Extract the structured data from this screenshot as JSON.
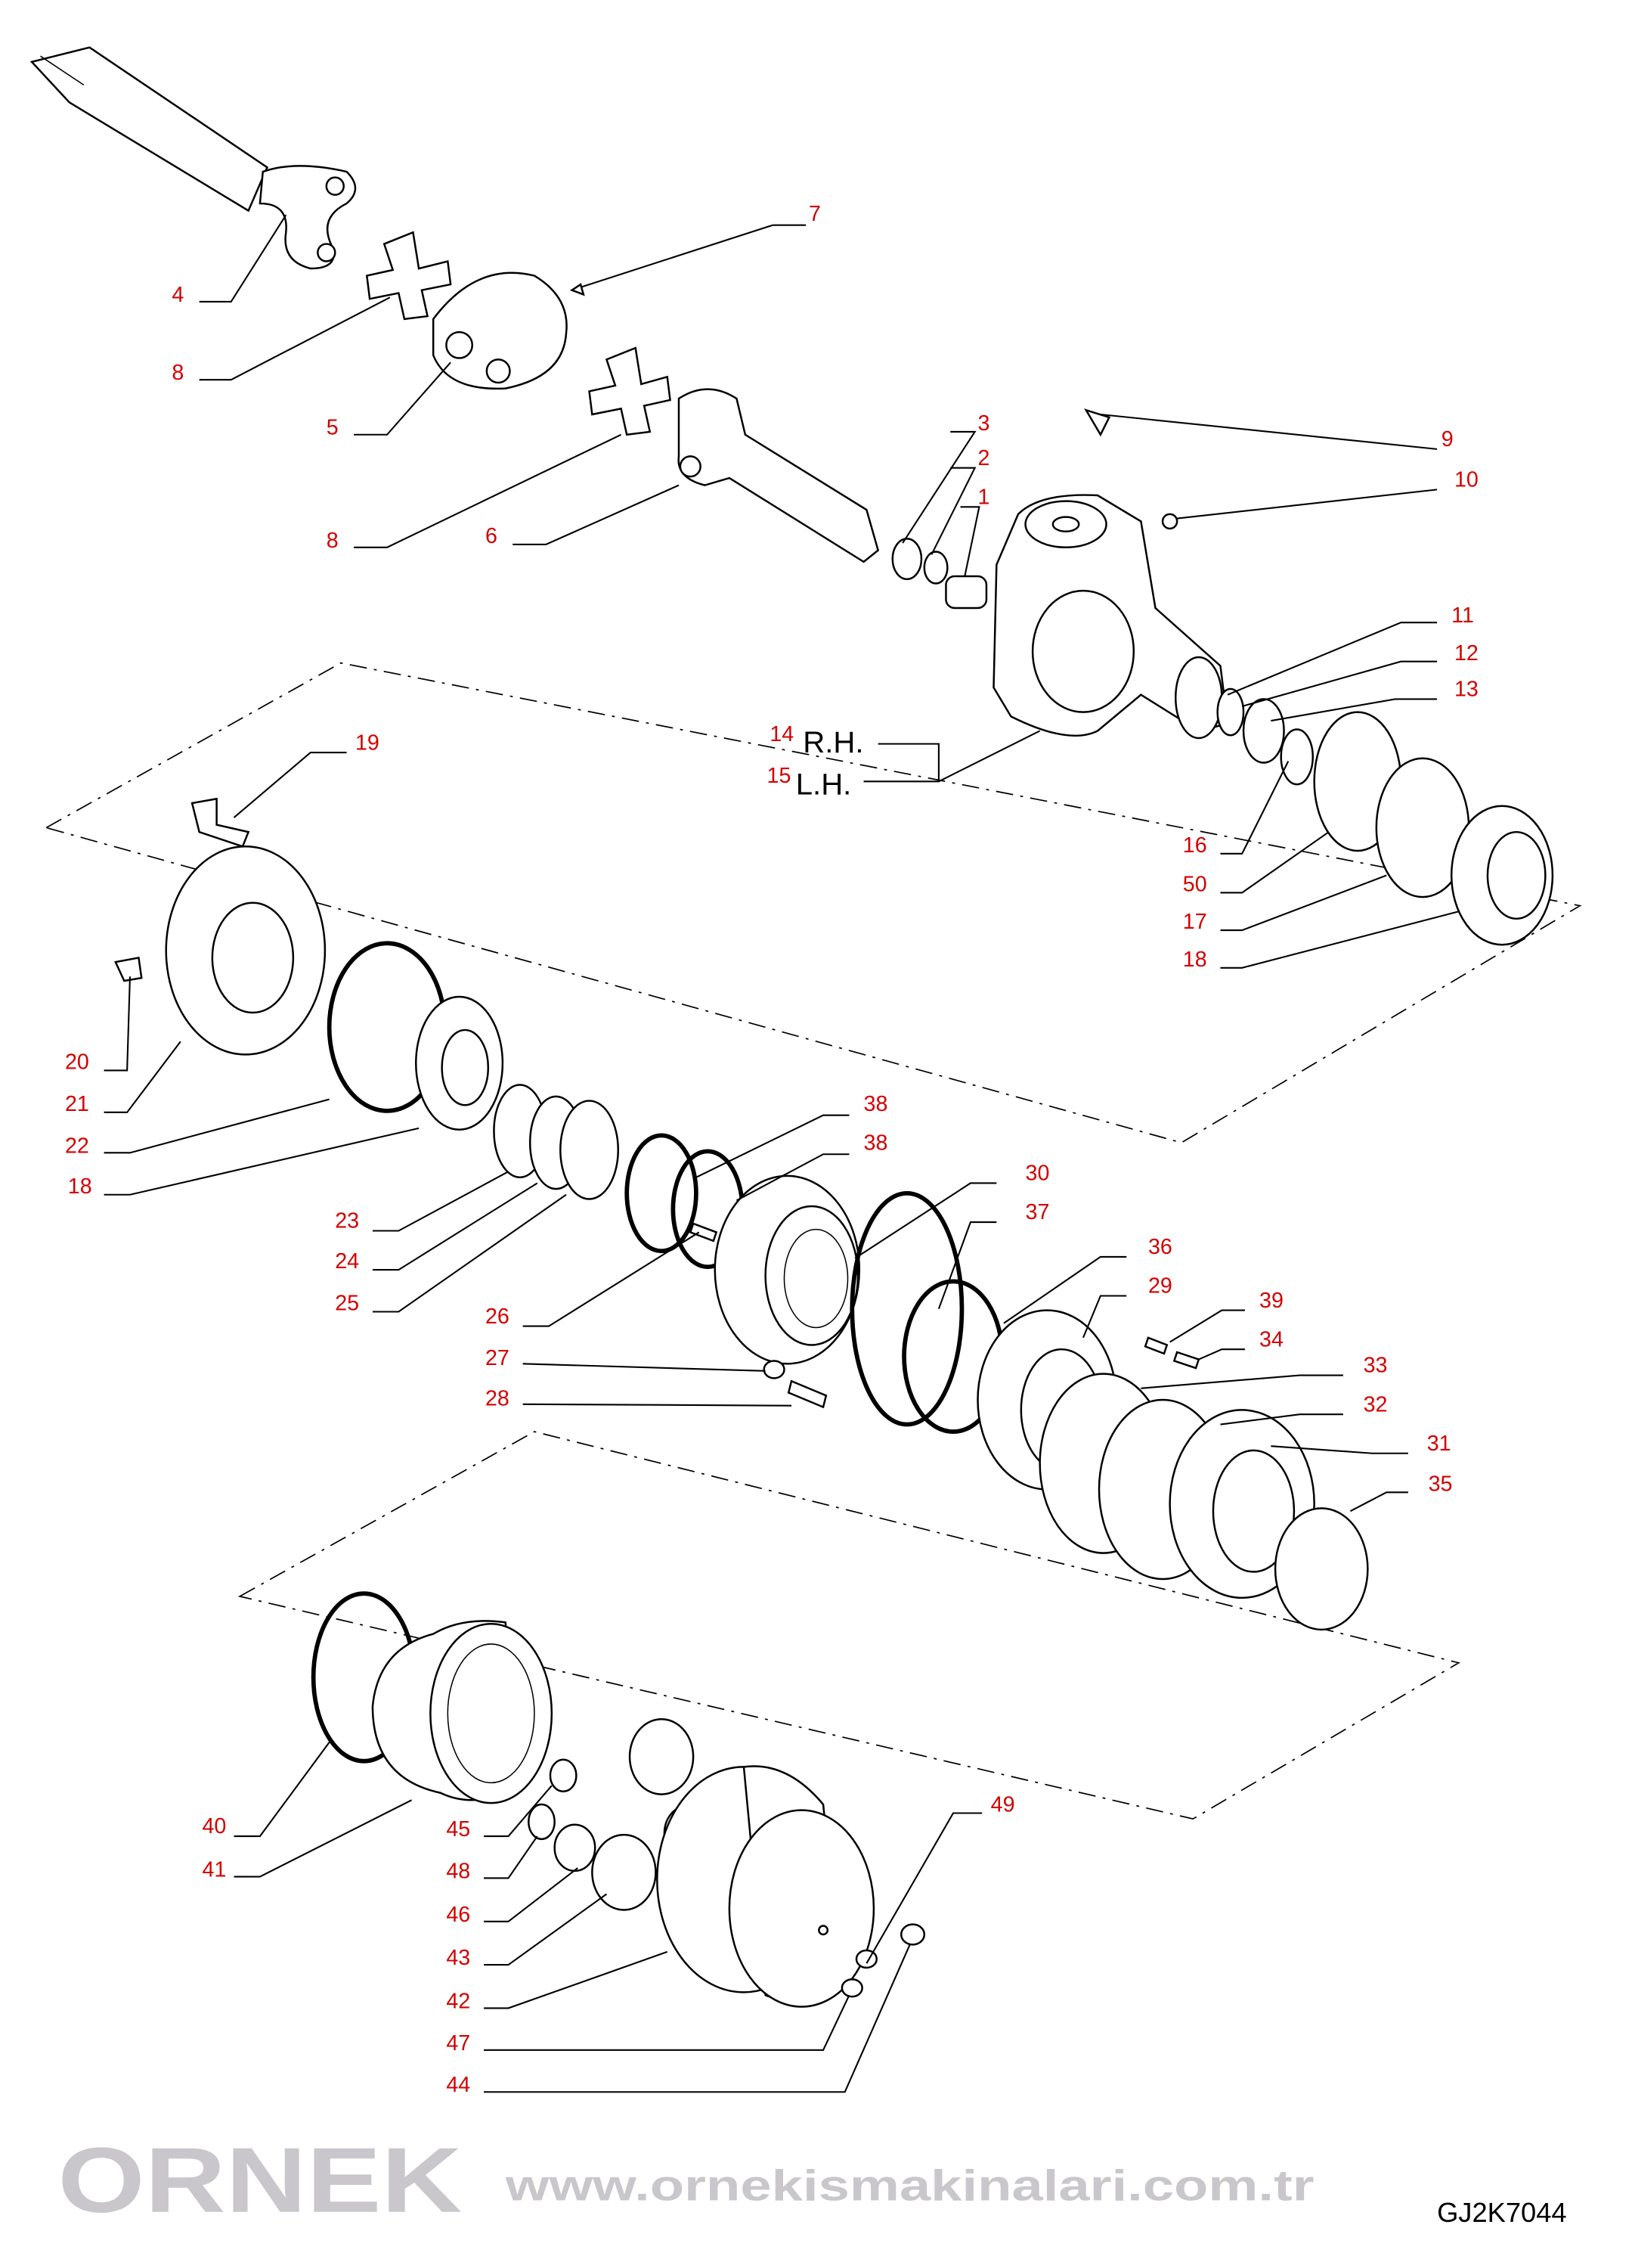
{
  "diagram": {
    "drawing_code": "GJ2K7044",
    "variants": {
      "rh_number": "14",
      "rh_label": "R.H.",
      "lh_number": "15",
      "lh_label": "L.H."
    },
    "watermark": {
      "brand": "ORNEK",
      "url": "www.ornekismakinalari.com.tr"
    },
    "callouts": [
      "7",
      "4",
      "8",
      "5",
      "8",
      "6",
      "3",
      "2",
      "1",
      "9",
      "10",
      "11",
      "12",
      "13",
      "19",
      "16",
      "50",
      "17",
      "18",
      "20",
      "21",
      "22",
      "18",
      "23",
      "24",
      "25",
      "26",
      "27",
      "28",
      "38",
      "38",
      "30",
      "37",
      "36",
      "29",
      "39",
      "34",
      "33",
      "32",
      "31",
      "35",
      "40",
      "41",
      "45",
      "48",
      "46",
      "43",
      "42",
      "47",
      "44",
      "49"
    ]
  }
}
